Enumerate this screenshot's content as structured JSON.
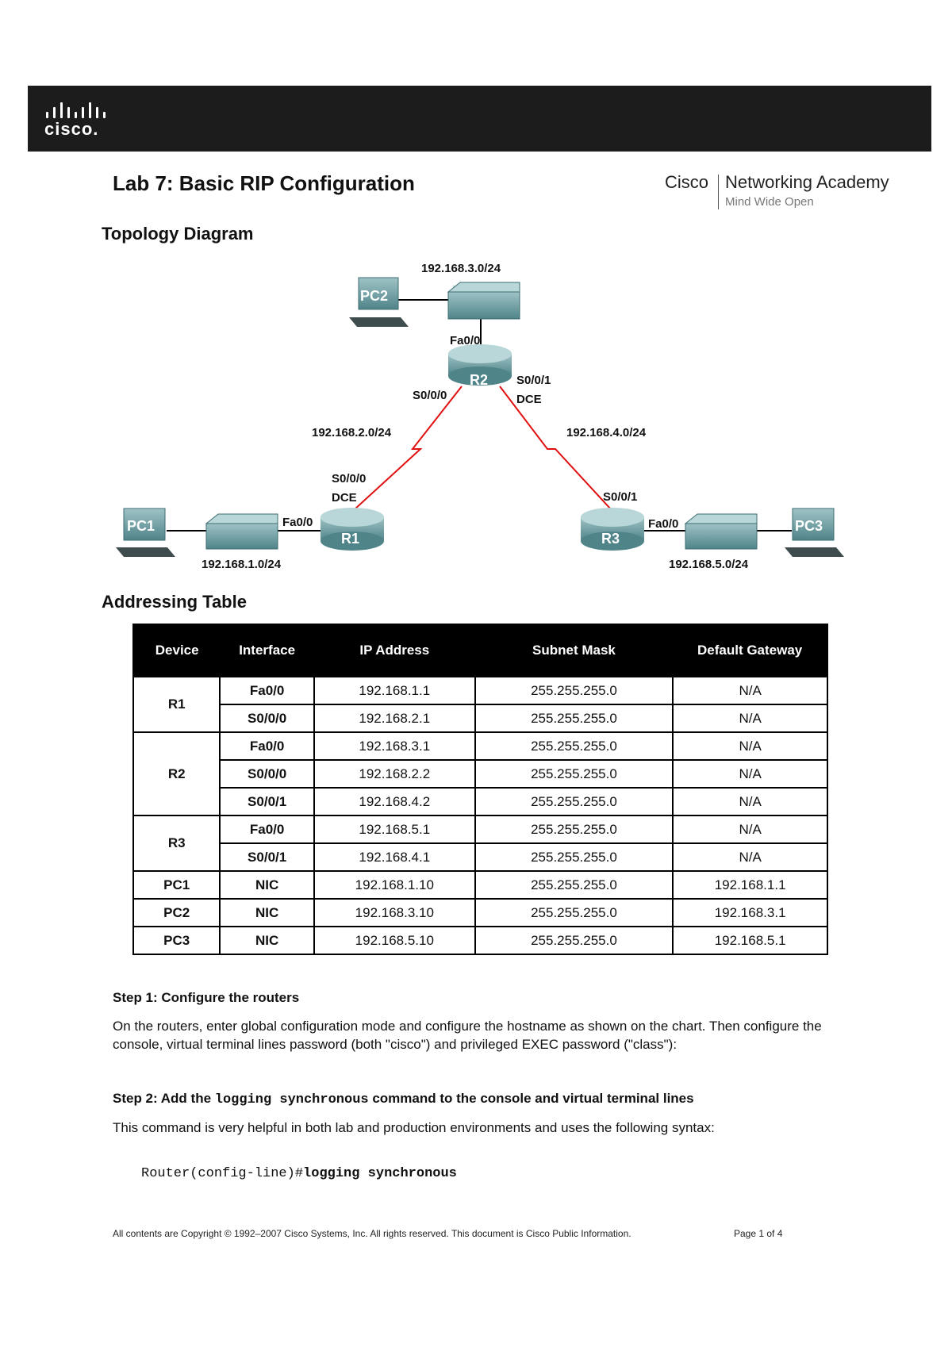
{
  "header": {
    "logo_text": "cisco."
  },
  "title": "Lab 7: Basic RIP Configuration",
  "brand": {
    "cisco": "Cisco",
    "academy": "Networking Academy",
    "tagline": "Mind Wide Open"
  },
  "sections": {
    "topology": "Topology Diagram",
    "addressing": "Addressing Table"
  },
  "topology": {
    "nodes": {
      "pc1": "PC1",
      "pc2": "PC2",
      "pc3": "PC3",
      "r1": "R1",
      "r2": "R2",
      "r3": "R3"
    },
    "labels": {
      "net3": "192.168.3.0/24",
      "r2_fa": "Fa0/0",
      "r2_s000": "S0/0/0",
      "r2_s001": "S0/0/1",
      "r2_dce": "DCE",
      "net2": "192.168.2.0/24",
      "net4": "192.168.4.0/24",
      "r1_s000": "S0/0/0",
      "r1_dce": "DCE",
      "r1_fa": "Fa0/0",
      "net1": "192.168.1.0/24",
      "r3_s001": "S0/0/1",
      "r3_fa": "Fa0/0",
      "net5": "192.168.5.0/24"
    }
  },
  "table": {
    "headers": [
      "Device",
      "Interface",
      "IP Address",
      "Subnet Mask",
      "Default Gateway"
    ],
    "rows": [
      [
        "R1",
        "Fa0/0",
        "192.168.1.1",
        "255.255.255.0",
        "N/A"
      ],
      [
        "",
        "S0/0/0",
        "192.168.2.1",
        "255.255.255.0",
        "N/A"
      ],
      [
        "R2",
        "Fa0/0",
        "192.168.3.1",
        "255.255.255.0",
        "N/A"
      ],
      [
        "",
        "S0/0/0",
        "192.168.2.2",
        "255.255.255.0",
        "N/A"
      ],
      [
        "",
        "S0/0/1",
        "192.168.4.2",
        "255.255.255.0",
        "N/A"
      ],
      [
        "R3",
        "Fa0/0",
        "192.168.5.1",
        "255.255.255.0",
        "N/A"
      ],
      [
        "",
        "S0/0/1",
        "192.168.4.1",
        "255.255.255.0",
        "N/A"
      ],
      [
        "PC1",
        "NIC",
        "192.168.1.10",
        "255.255.255.0",
        "192.168.1.1"
      ],
      [
        "PC2",
        "NIC",
        "192.168.3.10",
        "255.255.255.0",
        "192.168.3.1"
      ],
      [
        "PC3",
        "NIC",
        "192.168.5.10",
        "255.255.255.0",
        "192.168.5.1"
      ]
    ]
  },
  "steps": {
    "s1_title": "Step 1: Configure the routers",
    "s1_body": "On the routers, enter global configuration mode and configure the hostname as shown on the chart. Then configure the console, virtual terminal lines password (both \"cisco\") and privileged EXEC password (\"class\"):",
    "s2_title_a": "Step 2: Add the ",
    "s2_title_code": "logging synchronous",
    "s2_title_b": " command to the console and virtual terminal lines",
    "s2_body": "This command is very helpful in both lab and production environments and uses the following syntax:",
    "code_prompt": "Router(config-line)#",
    "code_cmd": "logging synchronous"
  },
  "footer": {
    "copyright": "All contents are Copyright © 1992–2007 Cisco Systems, Inc. All rights reserved. This document is Cisco Public Information.",
    "page": "Page 1 of 4"
  }
}
